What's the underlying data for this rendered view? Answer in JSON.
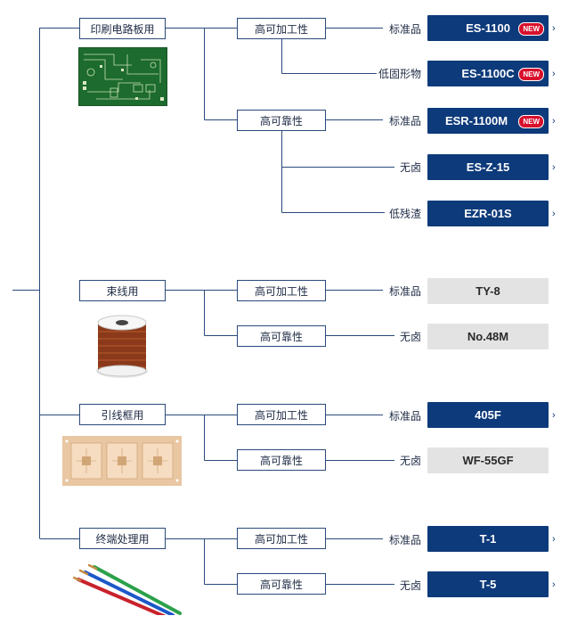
{
  "categories": [
    {
      "label": "印刷电路板用",
      "features": [
        {
          "label": "高可加工性",
          "products": [
            {
              "sub": "标准品",
              "name": "ES-1100",
              "new": true,
              "link": true
            },
            {
              "sub": "低固形物",
              "name": "ES-1100C",
              "new": true,
              "link": true
            }
          ]
        },
        {
          "label": "高可靠性",
          "products": [
            {
              "sub": "标准品",
              "name": "ESR-1100M",
              "new": true,
              "link": true
            },
            {
              "sub": "无卤",
              "name": "ES-Z-15",
              "new": false,
              "link": true
            },
            {
              "sub": "低残渣",
              "name": "EZR-01S",
              "new": false,
              "link": true
            }
          ]
        }
      ]
    },
    {
      "label": "束线用",
      "features": [
        {
          "label": "高可加工性",
          "products": [
            {
              "sub": "标准品",
              "name": "TY-8",
              "new": false,
              "link": false
            }
          ]
        },
        {
          "label": "高可靠性",
          "products": [
            {
              "sub": "无卤",
              "name": "No.48M",
              "new": false,
              "link": false
            }
          ]
        }
      ]
    },
    {
      "label": "引线框用",
      "features": [
        {
          "label": "高可加工性",
          "products": [
            {
              "sub": "标准品",
              "name": "405F",
              "new": false,
              "link": true
            }
          ]
        },
        {
          "label": "高可靠性",
          "products": [
            {
              "sub": "无卤",
              "name": "WF-55GF",
              "new": false,
              "link": false
            }
          ]
        }
      ]
    },
    {
      "label": "终端处理用",
      "features": [
        {
          "label": "高可加工性",
          "products": [
            {
              "sub": "标准品",
              "name": "T-1",
              "new": false,
              "link": true
            }
          ]
        },
        {
          "label": "高可靠性",
          "products": [
            {
              "sub": "无卤",
              "name": "T-5",
              "new": false,
              "link": true
            }
          ]
        }
      ]
    }
  ],
  "new_badge_text": "NEW",
  "colors": {
    "product_active": "#0d3a7a",
    "product_inactive": "#e3e3e3",
    "line": "#2a4a7b",
    "badge": "#d8102c"
  }
}
